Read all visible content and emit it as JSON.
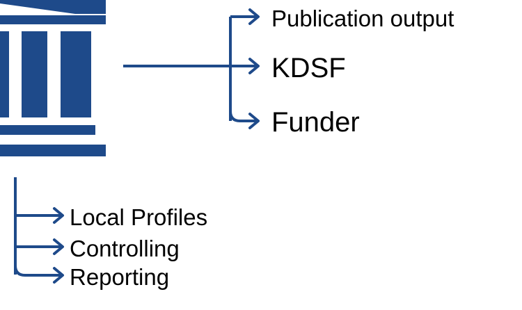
{
  "colors": {
    "accent": "#1e4a8a",
    "text": "#000000",
    "background": "#ffffff"
  },
  "icon": "institution-building-icon",
  "outputs_right": [
    "Publication output",
    "KDSF",
    "Funder"
  ],
  "outputs_bottom": [
    "Local Profiles",
    "Controlling",
    "Reporting"
  ]
}
